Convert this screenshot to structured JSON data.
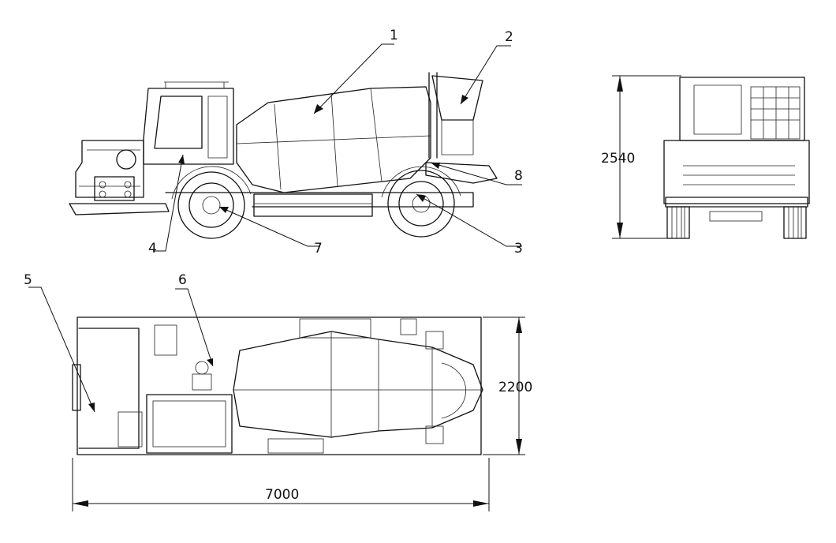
{
  "callouts": [
    "1",
    "2",
    "3",
    "4",
    "5",
    "6",
    "7",
    "8"
  ],
  "dimensions": {
    "length": "7000",
    "width": "2200",
    "height": "2540"
  }
}
